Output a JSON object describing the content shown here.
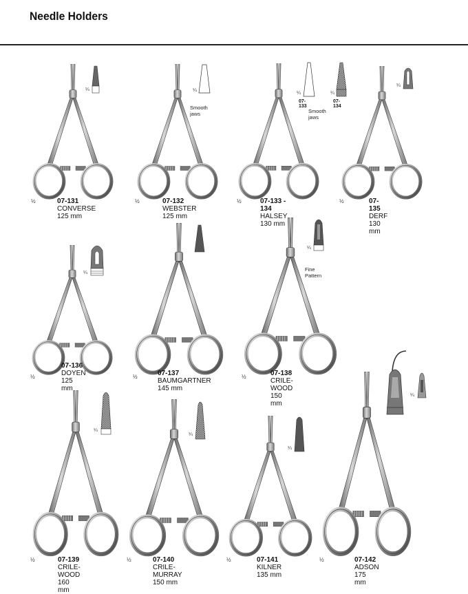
{
  "page": {
    "title": "Needle Holders"
  },
  "colors": {
    "steel_dark": "#555555",
    "steel_mid": "#9a9a9a",
    "steel_light": "#d6d6d6",
    "rule": "#222222"
  },
  "scale_mark": "½",
  "tip_scale_mark": "¼",
  "rows": [
    {
      "items": [
        {
          "code": "07-131",
          "name": "CONVERSE",
          "size": "125 mm",
          "tip_style": "tungsten-carbide-plain"
        },
        {
          "code": "07-132",
          "name": "WEBSTER",
          "size": "125 mm",
          "tip_style": "smooth",
          "note": "Smooth jaws"
        },
        {
          "code": "07-133 - 134",
          "name": "HALSEY",
          "size": "130 mm",
          "tip_style": "pair",
          "tip_codes": [
            "07-133",
            "07-134"
          ],
          "note": "Smooth jaws"
        },
        {
          "code": "07-135",
          "name": "DERF",
          "size": "130 mm",
          "tip_style": "slotted"
        }
      ]
    },
    {
      "items": [
        {
          "code": "07-136",
          "name": "DOYEN",
          "size": "125 mm",
          "tip_style": "wide-slotted"
        },
        {
          "code": "07-137",
          "name": "BAUMGARTNER",
          "size": "145 mm",
          "tip_style": "dark-solid"
        },
        {
          "code": "07-138",
          "name": "CRILE-WOOD",
          "size": "150 mm",
          "tip_style": "dark-serrated",
          "note": "Fine Pattern"
        }
      ]
    },
    {
      "items": [
        {
          "code": "07-139",
          "name": "CRILE-WOOD",
          "size": "160 mm",
          "tip_style": "cross-hatched"
        },
        {
          "code": "07-140",
          "name": "CRILE-MURRAY",
          "size": "150 mm",
          "tip_style": "cross-hatched-narrow"
        },
        {
          "code": "07-141",
          "name": "KILNER",
          "size": "135 mm",
          "tip_style": "dark-solid"
        },
        {
          "code": "07-142",
          "name": "ADSON",
          "size": "175 mm",
          "tip_style": "needle-in-jaw"
        }
      ]
    }
  ]
}
